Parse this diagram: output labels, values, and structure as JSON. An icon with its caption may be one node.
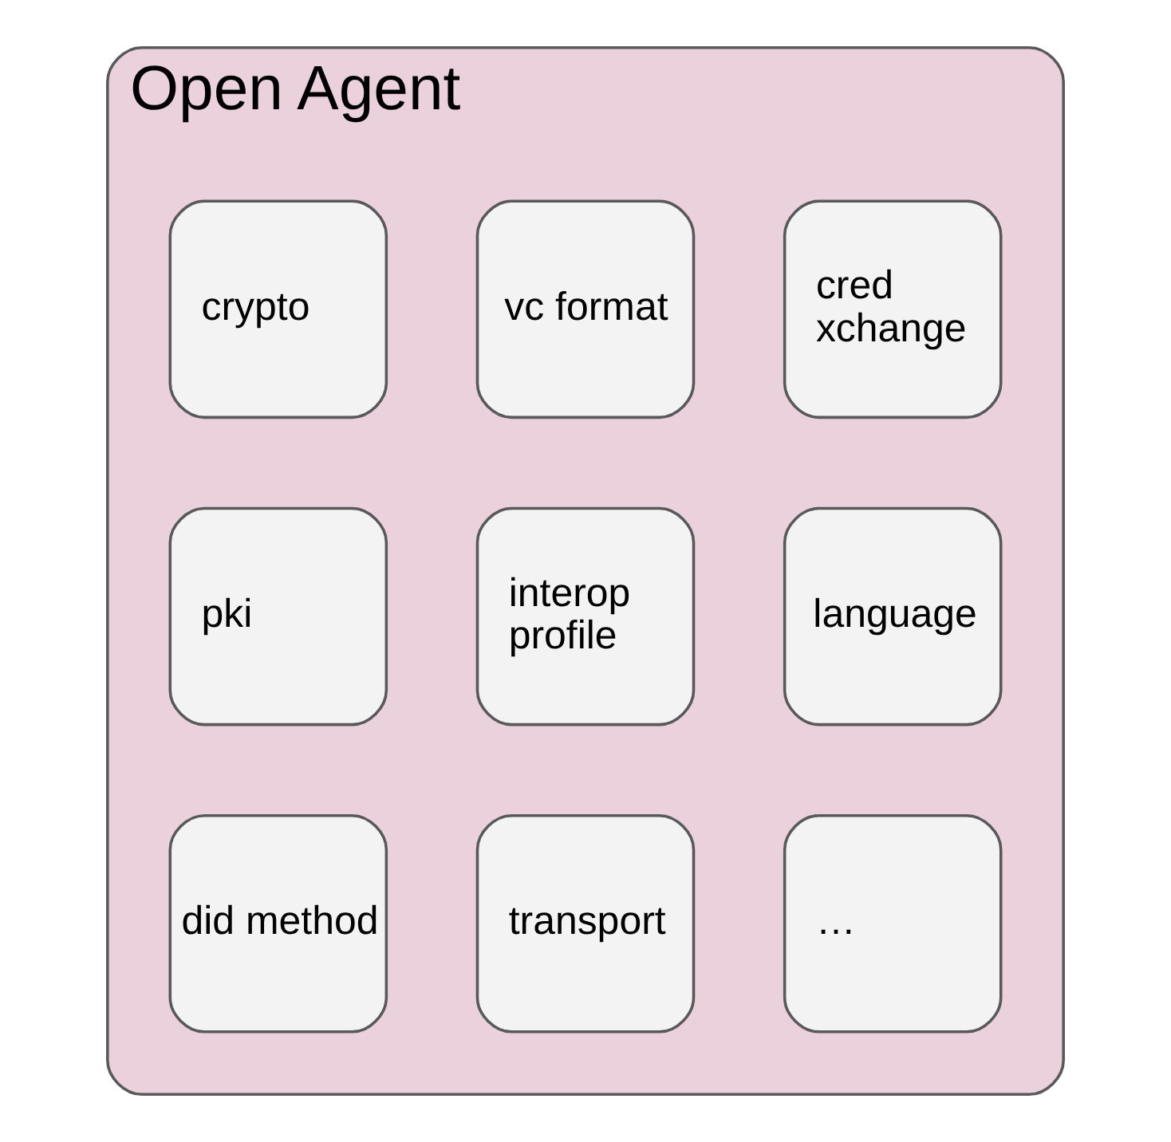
{
  "diagram": {
    "nodes": [
      {
        "text": [
          "Open Agent"
        ]
      },
      {
        "text": [
          "crypto"
        ],
        "in": 0
      },
      {
        "text": [
          "vc format"
        ],
        "in": 0
      },
      {
        "text": [
          "cred xchange"
        ],
        "in": 0
      },
      {
        "text": [
          "pki"
        ],
        "in": 0
      },
      {
        "text": [
          "interop profile"
        ],
        "in": 0
      },
      {
        "text": [
          "language"
        ],
        "in": 0
      },
      {
        "text": [
          "did method"
        ],
        "in": 0
      },
      {
        "text": [
          "transport"
        ],
        "in": 0
      },
      {
        "text": [
          "…"
        ],
        "in": 0
      }
    ],
    "edges": []
  }
}
